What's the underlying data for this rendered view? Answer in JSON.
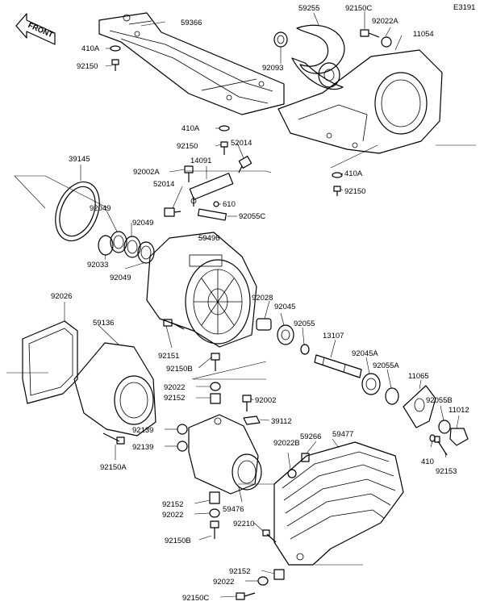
{
  "figure_code": "E3191",
  "direction_label": "FRONT",
  "part_numbers": {
    "p59366": "59366",
    "p410A_top": "410A",
    "p92150_top": "92150",
    "p59255": "59255",
    "p92150C_top": "92150C",
    "p92022A": "92022A",
    "p11054": "11054",
    "p92093": "92093",
    "p410A_mid": "410A",
    "p92150_mid": "92150",
    "p52014_top": "52014",
    "p14091": "14091",
    "p92002A": "92002A",
    "p52014_left": "52014",
    "p610": "610",
    "p92055C": "92055C",
    "p410A_right": "410A",
    "p92150_right": "92150",
    "p39145": "39145",
    "p92049_a": "92049",
    "p92049_b": "92049",
    "p92049_c": "92049",
    "p92033": "92033",
    "p59496": "59496",
    "p92026": "92026",
    "p59136": "59136",
    "p92028": "92028",
    "p92045": "92045",
    "p92055": "92055",
    "p13107": "13107",
    "p92045A": "92045A",
    "p92055A": "92055A",
    "p11065": "11065",
    "p92151": "92151",
    "p92150B_a": "92150B",
    "p92022_a": "92022",
    "p92152_a": "92152",
    "p92002": "92002",
    "p39112": "39112",
    "p92055B": "92055B",
    "p11012": "11012",
    "p92139_a": "92139",
    "p92139_b": "92139",
    "p92022B": "92022B",
    "p59266": "59266",
    "p59477": "59477",
    "p410_b": "410",
    "p92153": "92153",
    "p92150A": "92150A",
    "p92152_b": "92152",
    "p92022_b": "92022",
    "p59476": "59476",
    "p92150B_b": "92150B",
    "p92210": "92210",
    "p92152_c": "92152",
    "p92022_c": "92022",
    "p92150C_b": "92150C"
  }
}
